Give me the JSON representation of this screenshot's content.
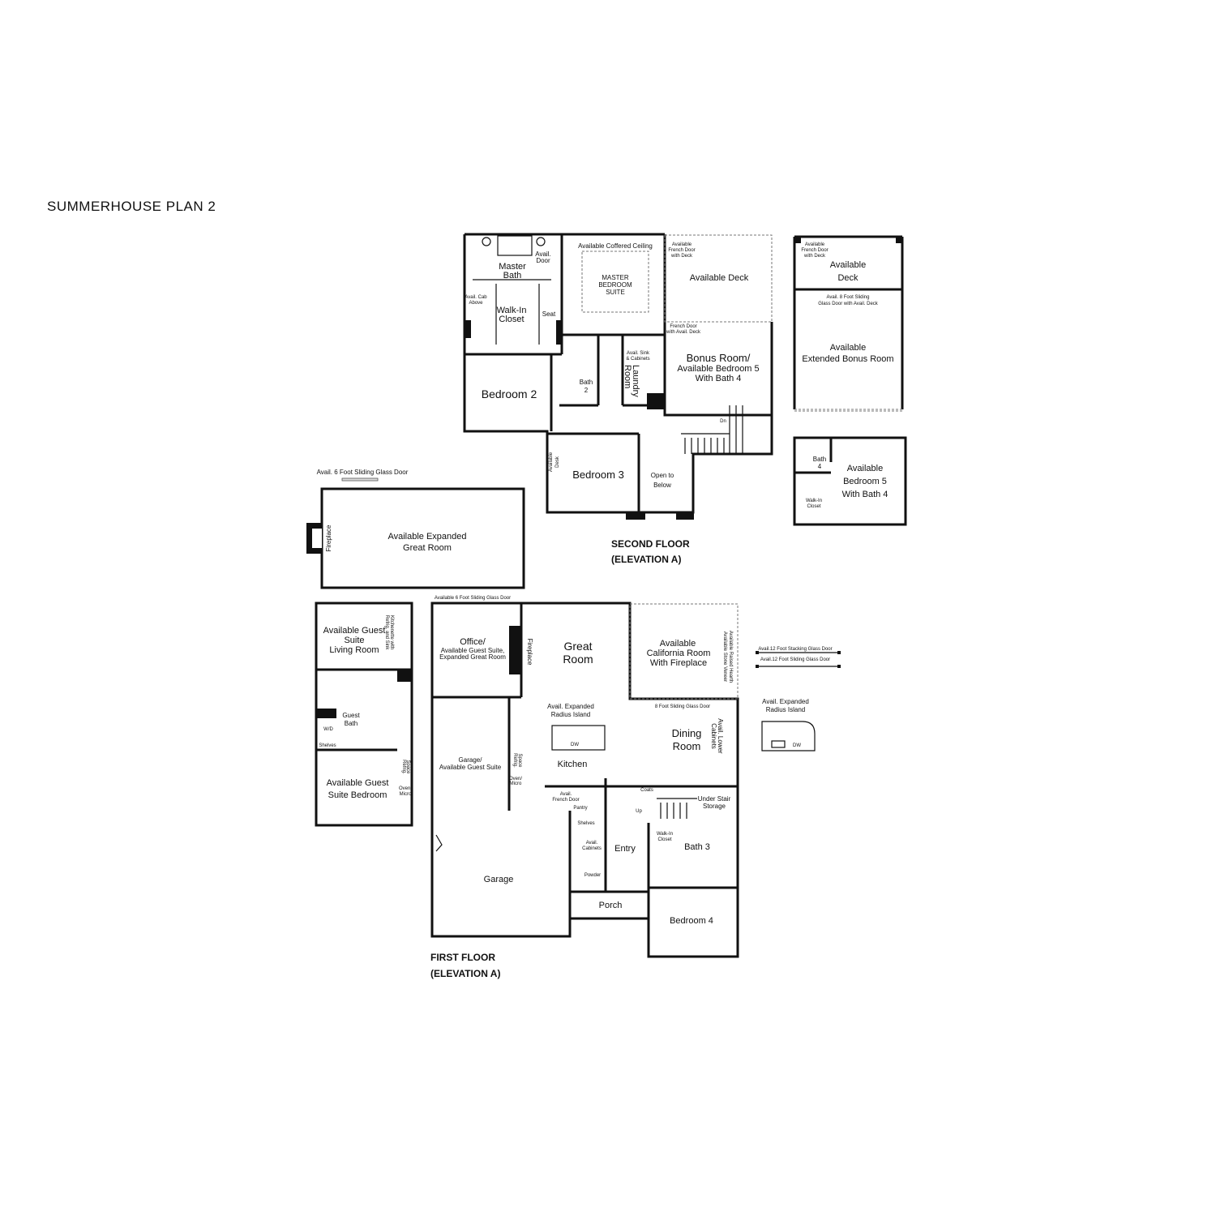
{
  "title": "SUMMERHOUSE PLAN 2",
  "second_floor": {
    "heading": "SECOND FLOOR",
    "elevation": "(ELEVATION A)",
    "rooms": {
      "master_bath": [
        "Master",
        "Bath"
      ],
      "avail_door": [
        "Avail.",
        "Door"
      ],
      "avail_cab_above": [
        "Avail. Cab",
        "Above"
      ],
      "walk_in_closet": [
        "Walk-In",
        "Closet"
      ],
      "seat": "Seat",
      "coffered": "Available Coffered Ceiling",
      "master_suite": [
        "MASTER",
        "BEDROOM",
        "SUITE"
      ],
      "french_door_deck": [
        "Available",
        "French Door",
        "with Deck"
      ],
      "available_deck": "Available Deck",
      "french_door_avail_deck": [
        "French Door",
        "with Avail. Deck"
      ],
      "bonus_room": [
        "Bonus Room/",
        "Available Bedroom 5",
        "With Bath 4"
      ],
      "avail_sink": [
        "Avail. Sink",
        "& Cabinets"
      ],
      "laundry": [
        "Laundry",
        "Room"
      ],
      "bedroom_2": "Bedroom 2",
      "bath_2": [
        "Bath",
        "2"
      ],
      "bedroom_3": "Bedroom 3",
      "available_desk": [
        "Available",
        "Desk"
      ],
      "open_to_below": [
        "Open to",
        "Below"
      ],
      "dn": "Dn"
    },
    "options": {
      "deck_french_door": [
        "Available",
        "French Door",
        "with Deck"
      ],
      "deck": [
        "Available",
        "Deck"
      ],
      "sliding_door": [
        "Avail. 8 Foot Sliding",
        "Glass Door with Avail. Deck"
      ],
      "extended_bonus": [
        "Available",
        "Extended Bonus Room"
      ],
      "bath_4": [
        "Bath",
        "4"
      ],
      "bedroom_5": [
        "Available",
        "Bedroom 5",
        "With Bath 4"
      ],
      "walk_in_closet": [
        "Walk-In",
        "Closet"
      ]
    }
  },
  "expanded_great_room": {
    "door_label": "Avail. 6 Foot Sliding Glass Door",
    "fireplace": "Fireplace",
    "label": [
      "Available Expanded",
      "Great Room"
    ],
    "bottom_door": "Available 6 Foot Sliding Glass Door"
  },
  "guest_suite": {
    "living": [
      "Available Guest",
      "Suite",
      "Living Room"
    ],
    "kitchenette": [
      "Kitchenette with",
      "Refrig. and Sink"
    ],
    "guest_bath": [
      "Guest",
      "Bath"
    ],
    "wd": "W/D",
    "shelves": "Shelves",
    "bedroom": [
      "Available Guest",
      "Suite Bedroom"
    ],
    "refrig": [
      "Refrig.",
      "Space"
    ],
    "oven": [
      "Oven/",
      "Micro"
    ]
  },
  "first_floor": {
    "heading": "FIRST FLOOR",
    "elevation": "(ELEVATION A)",
    "rooms": {
      "office": [
        "Office/",
        "Available Guest Suite,",
        "Expanded Great Room"
      ],
      "fireplace": "Fireplace",
      "great_room": [
        "Great",
        "Room"
      ],
      "california_room": [
        "Available",
        "California Room",
        "With Fireplace"
      ],
      "raised_hearth": [
        "Available Raised Hearth",
        "Available Stone Veneer"
      ],
      "sliding_door": "8 Foot Sliding Glass Door",
      "radius_island": [
        "Avail. Expanded",
        "Radius Island"
      ],
      "dw": "DW",
      "kitchen": "Kitchen",
      "dining": [
        "Dining",
        "Room"
      ],
      "lower_cabinets": [
        "Avail. Lower",
        "Cabinets"
      ],
      "garage_suite": [
        "Garage/",
        "Available Guest Suite"
      ],
      "refrig": [
        "Refrig.",
        "Space"
      ],
      "oven": [
        "Oven/",
        "Micro"
      ],
      "french_door": [
        "Avail.",
        "French Door"
      ],
      "pantry": "Pantry",
      "shelves": "Shelves",
      "coats": "Coats",
      "up": "Up",
      "under_stair": [
        "Under Stair",
        "Storage"
      ],
      "walk_in_closet": [
        "Walk-In",
        "Closet"
      ],
      "bath_3": "Bath 3",
      "avail_cabinets": [
        "Avail.",
        "Cabinets"
      ],
      "entry": "Entry",
      "powder": "Powder",
      "garage": "Garage",
      "porch": "Porch",
      "bedroom_4": "Bedroom 4"
    },
    "options": {
      "stacking_door": "Avail.12 Foot Stacking Glass Door",
      "sliding_door": "Avail.12 Foot Sliding Glass Door",
      "radius_island": [
        "Avail. Expanded",
        "Radius Island"
      ],
      "dw": "DW"
    }
  }
}
